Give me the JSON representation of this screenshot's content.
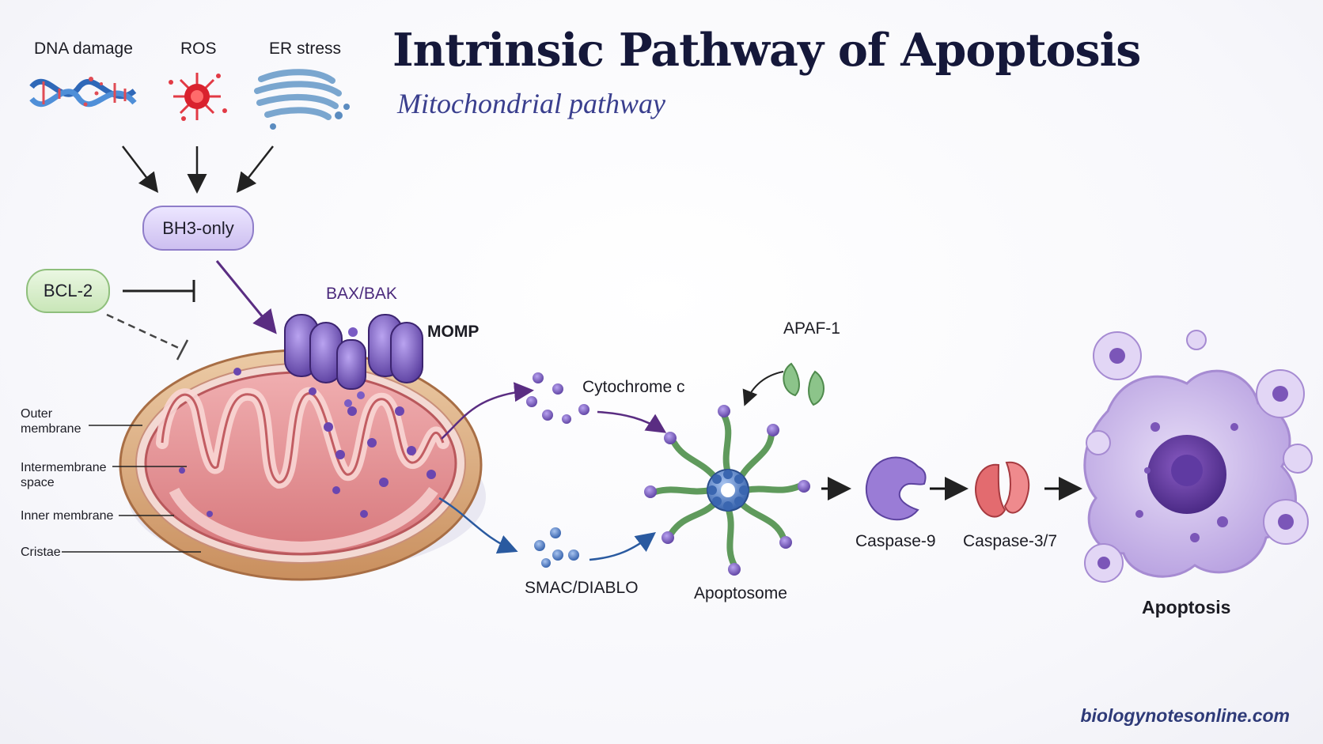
{
  "header": {
    "title": "Intrinsic Pathway of Apoptosis",
    "subtitle": "Mitochondrial pathway"
  },
  "stimuli": {
    "dna_damage": "DNA damage",
    "ros": "ROS",
    "er_stress": "ER stress"
  },
  "regulators": {
    "bh3_only": "BH3-only",
    "bcl2": "BCL-2",
    "bax_bak": "BAX/BAK",
    "momp": "MOMP"
  },
  "mito_labels": {
    "outer_membrane": "Outer\nmembrane",
    "intermembrane_space": "Intermembrane\nspace",
    "inner_membrane": "Inner membrane",
    "cristae": "Cristae"
  },
  "released": {
    "cytochrome_c": "Cytochrome c",
    "smac_diablo": "SMAC/DIABLO"
  },
  "cascade": {
    "apaf1": "APAF-1",
    "apoptosome": "Apoptosome",
    "caspase9": "Caspase-9",
    "caspase37": "Caspase-3/7",
    "apoptosis": "Apoptosis"
  },
  "footer": {
    "credit": "biologynotesonline.com"
  },
  "colors": {
    "title": "#15183a",
    "subtitle": "#3a3f8e",
    "bax_bak": "#4b2a7c",
    "purple_arrow": "#5a2d82",
    "blue_arrow": "#2a5aa0",
    "outer_membrane": "#d9a87a",
    "matrix": "#e9999b",
    "caspase9": "#9a7cd6",
    "caspase37": "#e36b6f",
    "apoptotic_cell": "#c9b5ea"
  },
  "icons": [
    "dna-icon",
    "ros-burst-icon",
    "er-icon",
    "bax-bak-pore-icon",
    "apaf1-icon",
    "apoptosome-icon",
    "caspase9-icon",
    "caspase37-icon",
    "apoptotic-cell-icon"
  ]
}
